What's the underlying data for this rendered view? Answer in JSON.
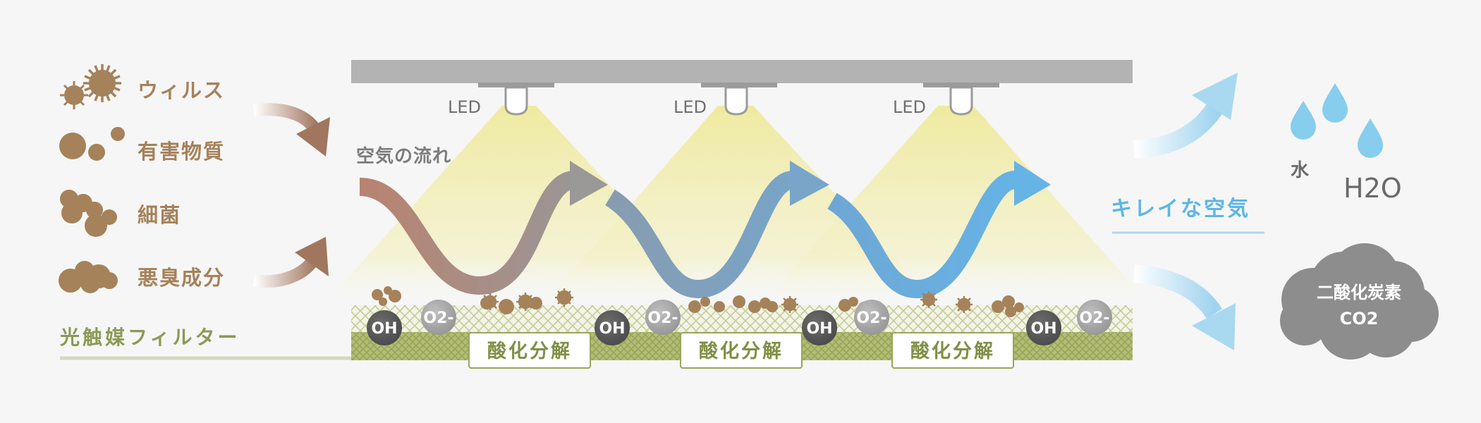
{
  "inputs": {
    "virus": "ウィルス",
    "harmful": "有害物質",
    "bacteria": "細菌",
    "odor": "悪臭成分"
  },
  "led_label": "LED",
  "airflow_label": "空気の流れ",
  "filter_label": "光触媒フィルター",
  "decomposition_label": "酸化分解",
  "oh_label": "OH",
  "o2_label": "O2-",
  "clean_air_label": "キレイな空気",
  "water": {
    "label": "水",
    "formula": "H2O"
  },
  "co2": {
    "label": "二酸化炭素",
    "formula": "CO2"
  },
  "colors": {
    "pollutant_brown": "#a5825a",
    "arrow_start": "#b88270",
    "arrow_mid": "#8fa3b8",
    "arrow_end": "#6bb3e3",
    "filter_green": "#b5bf7a",
    "clean_blue": "#a9d8f1",
    "cloud_gray": "#8d8d8d",
    "bar_gray": "#b3b3b3"
  }
}
